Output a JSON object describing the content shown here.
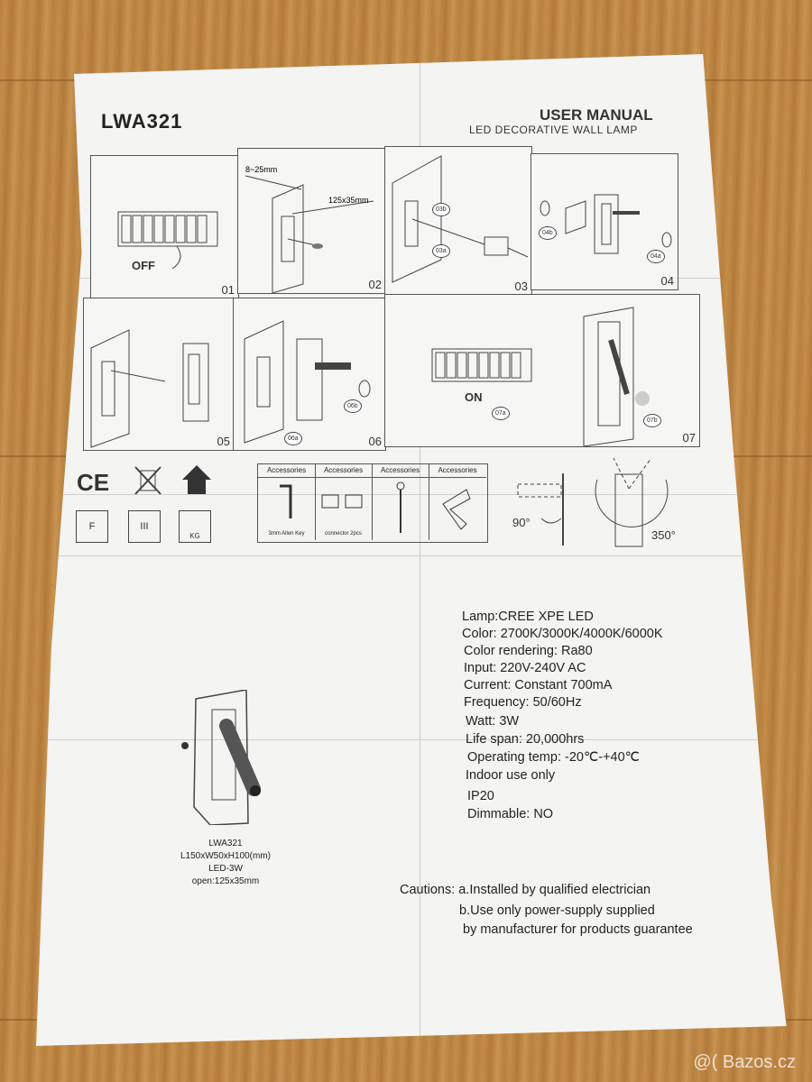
{
  "sheet": {
    "model": "LWA321",
    "title": "USER MANUAL",
    "subtitle": "LED DECORATIVE WALL LAMP"
  },
  "steps": [
    {
      "num": "01",
      "label": "OFF"
    },
    {
      "num": "02",
      "dim1": "8~25mm",
      "dim2": "125x35mm"
    },
    {
      "num": "03",
      "tag1": "03b",
      "tag2": "03a"
    },
    {
      "num": "04",
      "tag1": "04b",
      "tag2": "04a"
    },
    {
      "num": "05"
    },
    {
      "num": "06",
      "tag1": "06b",
      "tag2": "06a"
    },
    {
      "num": "07",
      "label": "ON",
      "tag1": "07a",
      "tag2": "07b"
    }
  ],
  "symbols": [
    "CE",
    "F",
    "III",
    "KG"
  ],
  "accessories": {
    "header": "Accessories",
    "items": [
      "3mm Allen Key",
      "connector 2pcs",
      "",
      ""
    ]
  },
  "angles": {
    "tilt": "90°",
    "rotate": "350°"
  },
  "product": {
    "line1": "LWA321",
    "line2": "L150xW50xH100(mm)",
    "line3": "LED-3W",
    "line4": "open:125x35mm"
  },
  "specs": [
    "Lamp:CREE XPE LED",
    "Color: 2700K/3000K/4000K/6000K",
    "Color rendering: Ra80",
    "Input: 220V-240V AC",
    "Current: Constant 700mA",
    "Frequency: 50/60Hz",
    "Watt: 3W",
    "Life span: 20,000hrs",
    "Operating temp: -20℃-+40℃",
    "Indoor use only",
    "IP20",
    "Dimmable: NO"
  ],
  "cautions": [
    "Cautions: a.Installed by qualified electrician",
    "b.Use only power-supply supplied",
    "by manufacturer for products guarantee"
  ],
  "watermark": "@( Bazos.cz"
}
